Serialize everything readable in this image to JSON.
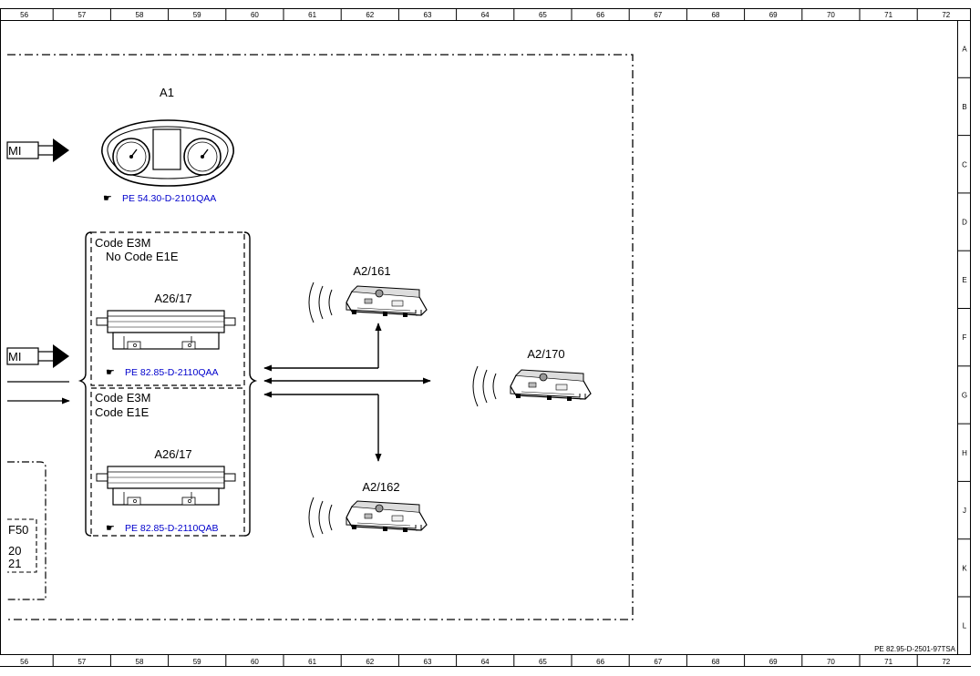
{
  "ruler": {
    "columns": [
      "56",
      "57",
      "58",
      "59",
      "60",
      "61",
      "62",
      "63",
      "64",
      "65",
      "66",
      "67",
      "68",
      "69",
      "70",
      "71",
      "72"
    ],
    "rows": [
      "A",
      "B",
      "C",
      "D",
      "E",
      "F",
      "G",
      "H",
      "J",
      "K",
      "L"
    ]
  },
  "components": {
    "a1": {
      "label": "A1",
      "ref": "PE 54.30-D-2101QAA"
    },
    "a26_top": {
      "label": "A26/17",
      "ref": "PE 82.85-D-2110QAA",
      "code_line1": "Code E3M",
      "code_line2": "No Code E1E"
    },
    "a26_bottom": {
      "label": "A26/17",
      "ref": "PE 82.85-D-2110QAB",
      "code_line1": "Code E3M",
      "code_line2": "Code E1E"
    },
    "a2_161": {
      "label": "A2/161"
    },
    "a2_162": {
      "label": "A2/162"
    },
    "a2_170": {
      "label": "A2/170"
    }
  },
  "left_connectors": {
    "top_label": "MI",
    "mid_label": "MI"
  },
  "left_box": {
    "line1": "F50",
    "line2": "20",
    "line3": "21"
  },
  "footer": {
    "doc_id": "PE 82.95-D-2501-97TSA"
  }
}
